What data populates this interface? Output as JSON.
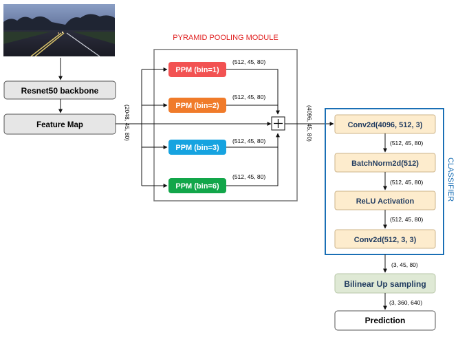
{
  "input_image": {
    "description_icon": "road-scene-photo"
  },
  "backbone": {
    "label": "Resnet50 backbone"
  },
  "feature_map": {
    "label": "Feature Map"
  },
  "ppm_module": {
    "title": "PYRAMID POOLING MODULE",
    "branches": [
      {
        "label": "PPM (bin=1)",
        "shape": "(512, 45, 80)",
        "color": "#f25252"
      },
      {
        "label": "PPM (bin=2)",
        "shape": "(512, 45, 80)",
        "color": "#f07b2a"
      },
      {
        "label": "PPM (bin=3)",
        "shape": "(512, 45, 80)",
        "color": "#16a3e0"
      },
      {
        "label": "PPM (bin=6)",
        "shape": "(512, 45, 80)",
        "color": "#12a64a"
      }
    ]
  },
  "feature_shape": "(2048, 45, 80)",
  "concat_shape": "(4096, 45, 80)",
  "classifier": {
    "title": "CLASSIFIER",
    "layers": [
      {
        "label": "Conv2d(4096, 512, 3)",
        "shape_out": "(512, 45, 80)"
      },
      {
        "label": "BatchNorm2d(512)",
        "shape_out": "(512, 45, 80)"
      },
      {
        "label": "ReLU Activation",
        "shape_out": "(512, 45, 80)"
      },
      {
        "label": "Conv2d(512, 3, 3)",
        "shape_out": "(3, 45, 80)"
      }
    ]
  },
  "upsample": {
    "label": "Bilinear Up sampling",
    "shape_out": "(3, 360, 640)"
  },
  "prediction": {
    "label": "Prediction"
  },
  "colors": {
    "grey_box": "#e6e6e6",
    "classifier_box": "#fdeccd",
    "classifier_border": "#1a6fb5",
    "upsample_box": "#dfe9d5",
    "title_red": "#e02020"
  }
}
